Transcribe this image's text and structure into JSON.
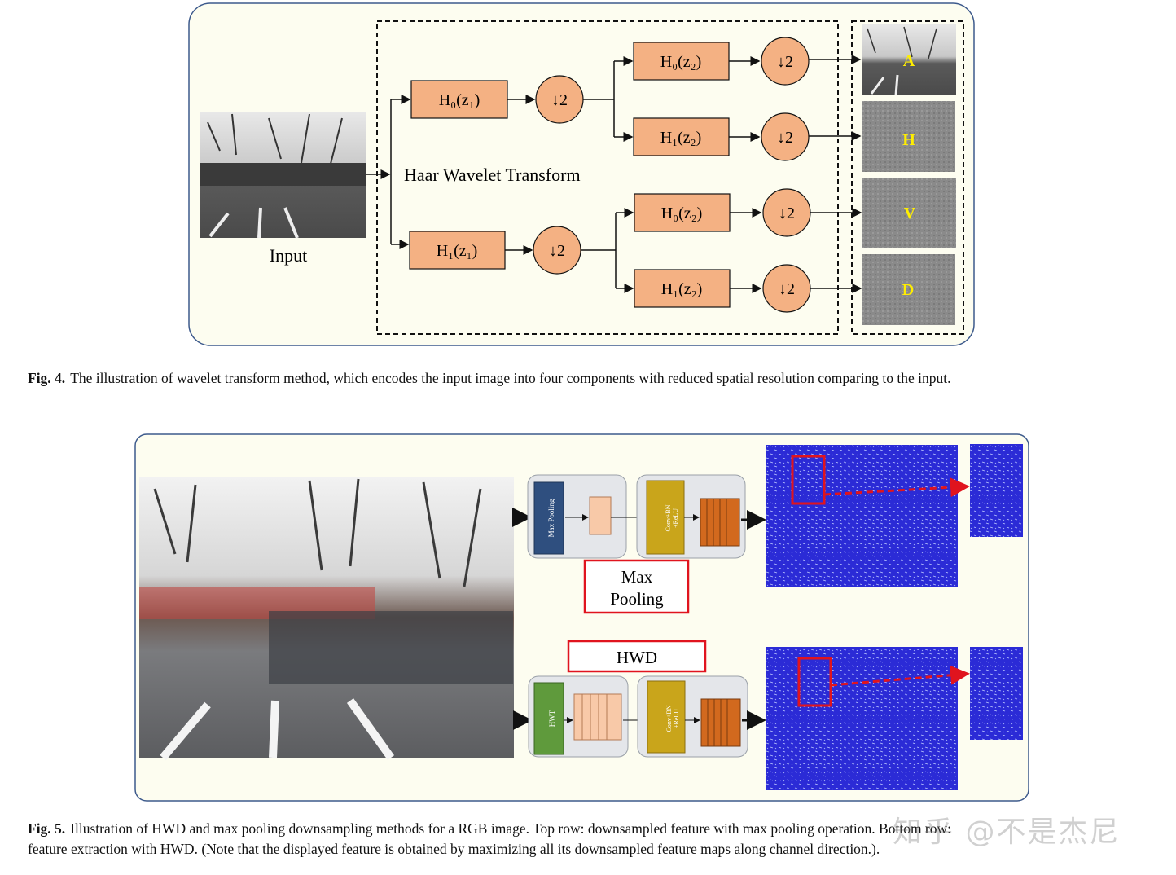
{
  "fig4": {
    "input_label": "Input",
    "transform_label": "Haar Wavelet Transform",
    "stage1": {
      "top": "H₀(z₁)",
      "bottom": "H₁(z₁)"
    },
    "stage2": [
      "H₀(z₂)",
      "H₁(z₂)",
      "H₀(z₂)",
      "H₁(z₂)"
    ],
    "downsample": "↓2",
    "outputs": [
      "A",
      "H",
      "V",
      "D"
    ],
    "caption_label": "Fig. 4.",
    "caption_text": "The illustration of wavelet transform method, which encodes the input image into four components with reduced spatial resolution comparing to the input."
  },
  "fig5": {
    "maxpool_block": "Max Pooling",
    "conv_block_line1": "Conv+BN",
    "conv_block_line2": "+ReLU",
    "hwt_block": "HWT",
    "maxpool_label_line1": "Max",
    "maxpool_label_line2": "Pooling",
    "hwd_label": "HWD",
    "caption_label": "Fig. 5.",
    "caption_line1": "Illustration of HWD and max pooling downsampling methods for a RGB image. Top row: downsampled feature with max pooling operation. Bottom row:",
    "caption_line2": "feature extraction with HWD. (Note that the displayed feature is obtained by maximizing all its downsampled feature maps along channel direction.)."
  },
  "watermark": "知乎 @不是杰尼",
  "colors": {
    "panel_bg": "#fdfdf0",
    "panel_border": "#3d5a8c",
    "box_fill": "#f4b183",
    "feature_blue": "#2b2bd6",
    "red_box": "#e0141e",
    "label_yellow": "#ffee00"
  }
}
